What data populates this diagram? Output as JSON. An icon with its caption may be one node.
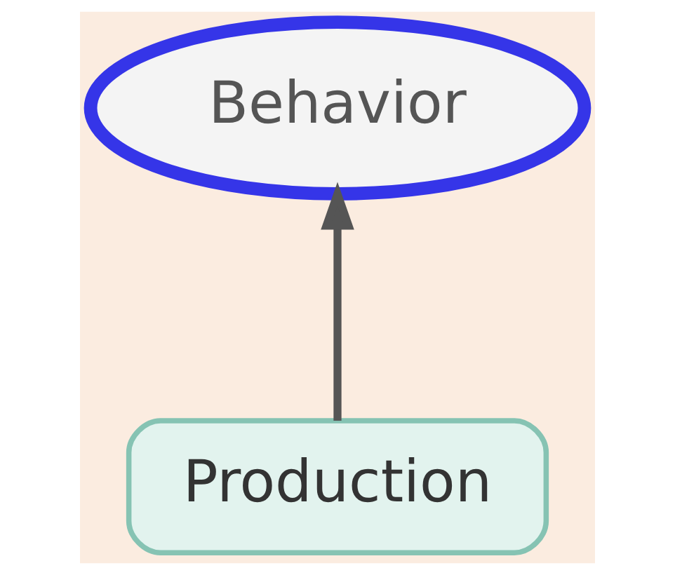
{
  "diagram": {
    "nodes": [
      {
        "text": [
          "Behavior"
        ]
      },
      {
        "text": [
          "Production"
        ]
      }
    ],
    "edges": [
      {
        "from": 1,
        "to": 0,
        "arrow": "to"
      }
    ]
  }
}
